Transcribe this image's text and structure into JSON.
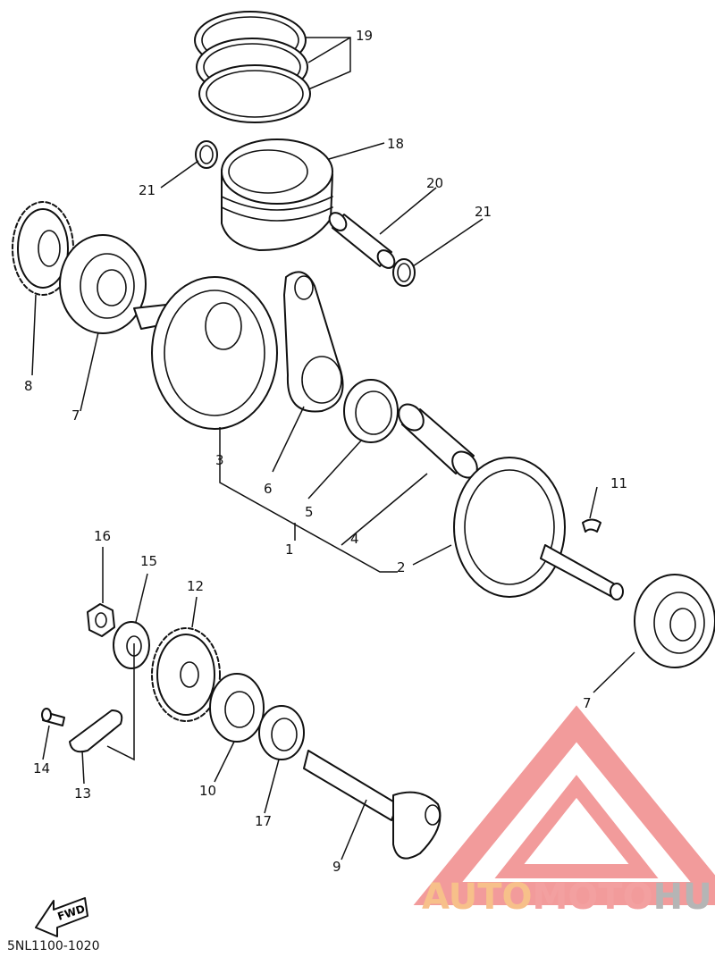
{
  "diagram": {
    "code": "5NL1100-1020",
    "fwd_label": "FWD",
    "callouts": [
      {
        "id": "c19",
        "label": "19"
      },
      {
        "id": "c18",
        "label": "18"
      },
      {
        "id": "c21a",
        "label": "21"
      },
      {
        "id": "c20",
        "label": "20"
      },
      {
        "id": "c21b",
        "label": "21"
      },
      {
        "id": "c8",
        "label": "8"
      },
      {
        "id": "c7a",
        "label": "7"
      },
      {
        "id": "c3",
        "label": "3"
      },
      {
        "id": "c6",
        "label": "6"
      },
      {
        "id": "c5",
        "label": "5"
      },
      {
        "id": "c1",
        "label": "1"
      },
      {
        "id": "c4",
        "label": "4"
      },
      {
        "id": "c11",
        "label": "11"
      },
      {
        "id": "c2",
        "label": "2"
      },
      {
        "id": "c16",
        "label": "16"
      },
      {
        "id": "c15",
        "label": "15"
      },
      {
        "id": "c12",
        "label": "12"
      },
      {
        "id": "c7b",
        "label": "7"
      },
      {
        "id": "c14",
        "label": "14"
      },
      {
        "id": "c13",
        "label": "13"
      },
      {
        "id": "c10",
        "label": "10"
      },
      {
        "id": "c17",
        "label": "17"
      },
      {
        "id": "c9",
        "label": "9"
      }
    ]
  },
  "watermark": {
    "part1": "AUTO",
    "part2": "MOTO",
    "part3": "HUB",
    "color1": "#f7c08a",
    "color2": "#f3a0a0",
    "color3": "#b5b5b5",
    "logo_color": "#f08a8a"
  }
}
